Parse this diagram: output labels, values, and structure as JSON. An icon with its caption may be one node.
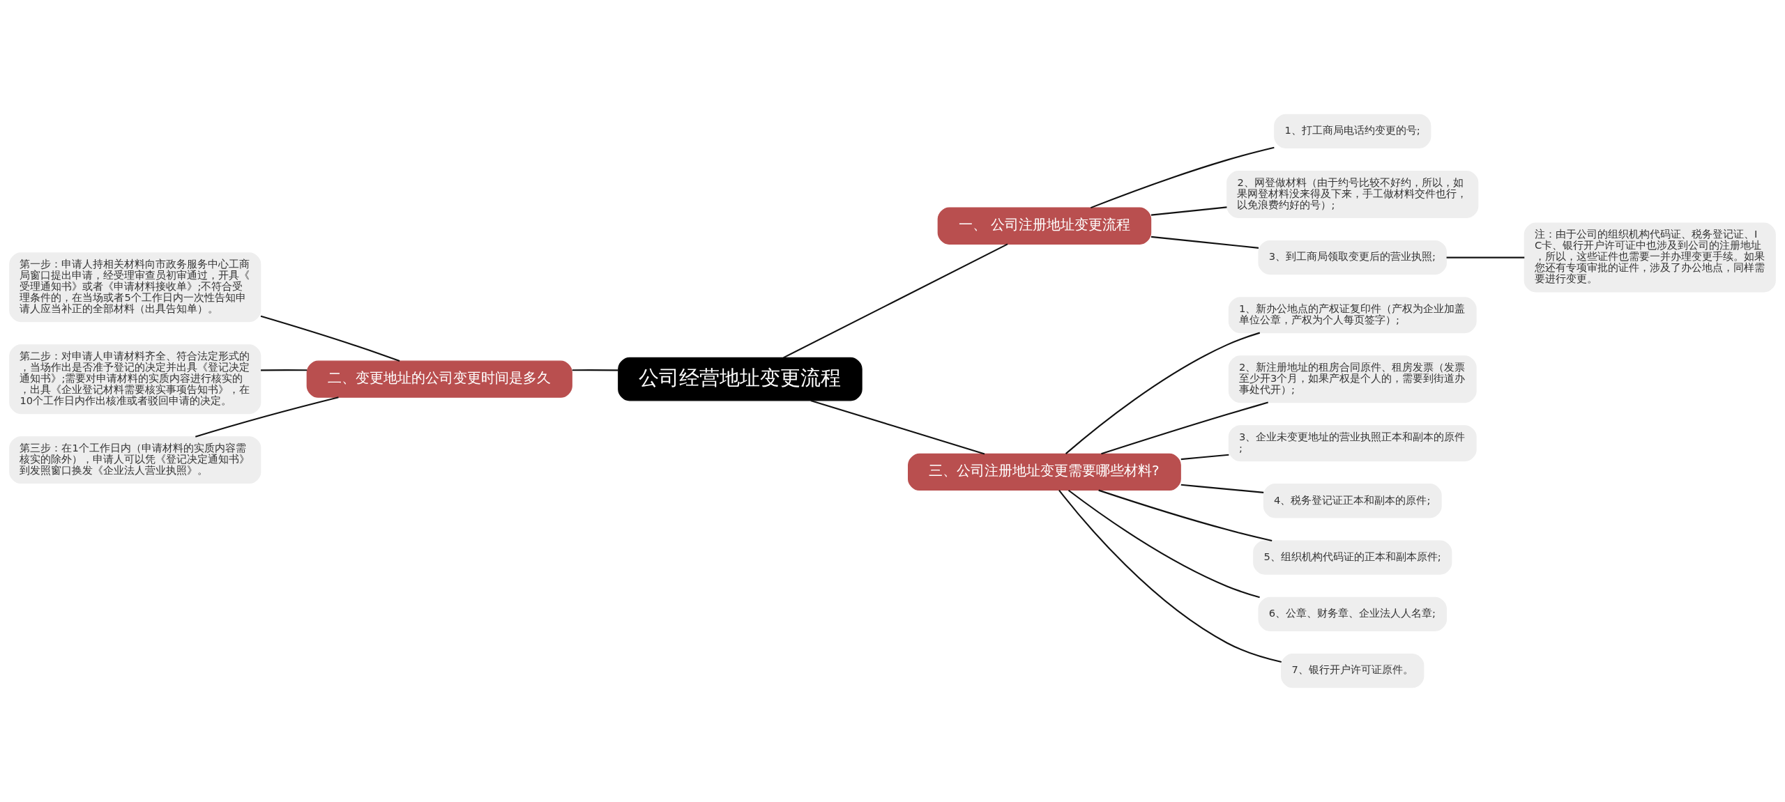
{
  "diagram": {
    "nodes": [
      {
        "text": [
          "公司经营地址变更流程"
        ]
      },
      {
        "text": [
          "一、 公司注册地址变更流程"
        ]
      },
      {
        "text": [
          "1、打工商局电话约变更的号;"
        ]
      },
      {
        "text": [
          "2、网登做材料（由于约号比较不好约，所以，如果网登材料没来得及下来，手工做材料交件也行，以免浪费约好的号）;"
        ]
      },
      {
        "text": [
          "3、到工商局领取变更后的营业执照;"
        ]
      },
      {
        "text": [
          "注：由于公司的组织机构代码证、税务登记证、IC卡、银行开户许可证中也涉及到公司的注册地址，所以，这些证件也需要一并办理变更手续。如果您还有专项审批的证件，涉及了办公地点，同样需要进行变更。"
        ]
      },
      {
        "text": [
          "二、变更地址的公司变更时间是多久"
        ]
      },
      {
        "text": [
          "第一步：申请人持相关材料向市政务服务中心工商局窗口提出申请，经受理审查员初审通过，开具《受理通知书》或者《申请材料接收单》;不符合受理条件的，在当场或者5个工作日内一次性告知申请人应当补正的全部材料（出具告知单）。"
        ]
      },
      {
        "text": [
          "第二步：对申请人申请材料齐全、符合法定形式的，当场作出是否准予登记的决定并出具《登记决定通知书》;需要对申请材料的实质内容进行核实的，出具《企业登记材料需要核实事项告知书》，在10个工作日内作出核准或者驳回申请的决定。"
        ]
      },
      {
        "text": [
          "第三步：在1个工作日内（申请材料的实质内容需核实的除外），申请人可以凭《登记决定通知书》到发照窗口换发《企业法人营业执照》。"
        ]
      },
      {
        "text": [
          "三、公司注册地址变更需要哪些材料?"
        ]
      },
      {
        "text": [
          "1、新办公地点的产权证复印件（产权为企业加盖单位公章，产权为个人每页签字）;"
        ]
      },
      {
        "text": [
          "2、新注册地址的租房合同原件、租房发票（发票至少开3个月，如果产权是个人的，需要到街道办事处代开）;"
        ]
      },
      {
        "text": [
          "3、企业未变更地址的营业执照正本和副本的原件;"
        ]
      },
      {
        "text": [
          "4、税务登记证正本和副本的原件;"
        ]
      },
      {
        "text": [
          "5、组织机构代码证的正本和副本原件;"
        ]
      },
      {
        "text": [
          "6、公章、财务章、企业法人人名章;"
        ]
      },
      {
        "text": [
          "7、银行开户许可证原件。"
        ]
      }
    ],
    "edges": [
      {
        "from": 0,
        "to": 1,
        "arrow": "none"
      },
      {
        "from": 1,
        "to": 2,
        "arrow": "none"
      },
      {
        "from": 1,
        "to": 3,
        "arrow": "none"
      },
      {
        "from": 1,
        "to": 4,
        "arrow": "none"
      },
      {
        "from": 4,
        "to": 5,
        "arrow": "none"
      },
      {
        "from": 0,
        "to": 6,
        "arrow": "none"
      },
      {
        "from": 6,
        "to": 7,
        "arrow": "none"
      },
      {
        "from": 6,
        "to": 8,
        "arrow": "none"
      },
      {
        "from": 6,
        "to": 9,
        "arrow": "none"
      },
      {
        "from": 0,
        "to": 10,
        "arrow": "none"
      },
      {
        "from": 10,
        "to": 11,
        "arrow": "none"
      },
      {
        "from": 10,
        "to": 12,
        "arrow": "none"
      },
      {
        "from": 10,
        "to": 13,
        "arrow": "none"
      },
      {
        "from": 10,
        "to": 14,
        "arrow": "none"
      },
      {
        "from": 10,
        "to": 15,
        "arrow": "none"
      },
      {
        "from": 10,
        "to": 16,
        "arrow": "none"
      },
      {
        "from": 10,
        "to": 17,
        "arrow": "none"
      }
    ]
  }
}
